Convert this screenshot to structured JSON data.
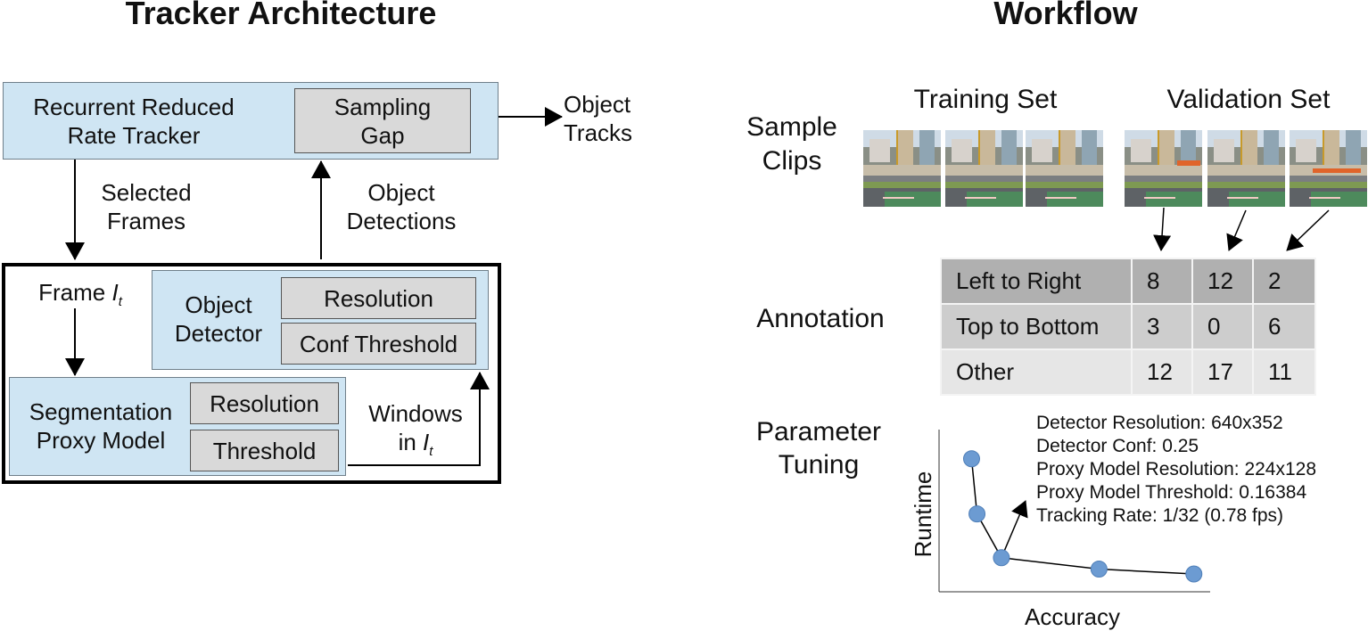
{
  "left": {
    "title": "Tracker Architecture",
    "tracker_box": {
      "label_line1": "Recurrent Reduced",
      "label_line2": "Rate Tracker",
      "param": {
        "line1": "Sampling",
        "line2": "Gap"
      }
    },
    "output_label": {
      "line1": "Object",
      "line2": "Tracks"
    },
    "selected_frames": {
      "line1": "Selected",
      "line2": "Frames"
    },
    "object_detections": {
      "line1": "Object",
      "line2": "Detections"
    },
    "frame_label": {
      "text": "Frame ",
      "var": "I",
      "sub": "t"
    },
    "detector_box": {
      "label_line1": "Object",
      "label_line2": "Detector",
      "params": [
        "Resolution",
        "Conf Threshold"
      ]
    },
    "proxy_box": {
      "label_line1": "Segmentation",
      "label_line2": "Proxy Model",
      "params": [
        "Resolution",
        "Threshold"
      ]
    },
    "windows_label": {
      "line1": "Windows",
      "line2_prefix": "in ",
      "var": "I",
      "sub": "t"
    }
  },
  "right": {
    "title": "Workflow",
    "sample_clips": {
      "line1": "Sample",
      "line2": "Clips"
    },
    "training_set_label": "Training Set",
    "validation_set_label": "Validation Set",
    "annotation_label": "Annotation",
    "annotation_table": {
      "rows": [
        {
          "label": "Left to Right",
          "values": [
            "8",
            "12",
            "2"
          ]
        },
        {
          "label": "Top to Bottom",
          "values": [
            "3",
            "0",
            "6"
          ]
        },
        {
          "label": "Other",
          "values": [
            "12",
            "17",
            "11"
          ]
        }
      ]
    },
    "parameter_tuning": {
      "line1": "Parameter",
      "line2": "Tuning"
    },
    "chosen_params": [
      "Detector Resolution: 640x352",
      "Detector Conf: 0.25",
      "Proxy Model Resolution: 224x128",
      "Proxy Model Threshold: 0.16384",
      "Tracking Rate: 1/32 (0.78 fps)"
    ],
    "tradeoff_chart": {
      "xlabel": "Accuracy",
      "ylabel": "Runtime",
      "point_color": "#6c9bd2",
      "points": [
        {
          "accuracy": 0.12,
          "runtime": 0.82
        },
        {
          "accuracy": 0.14,
          "runtime": 0.48
        },
        {
          "accuracy": 0.23,
          "runtime": 0.21,
          "selected": true
        },
        {
          "accuracy": 0.59,
          "runtime": 0.14
        },
        {
          "accuracy": 0.94,
          "runtime": 0.11
        }
      ]
    }
  }
}
